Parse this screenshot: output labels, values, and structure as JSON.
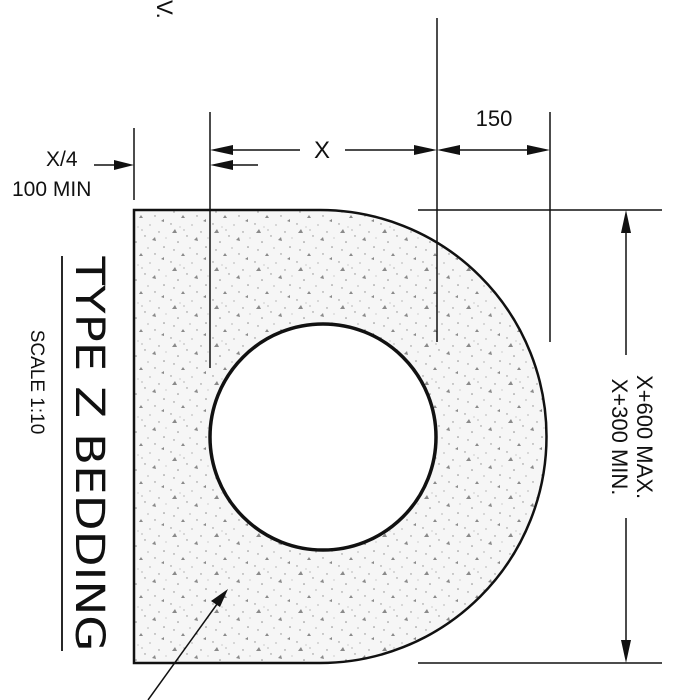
{
  "drawing": {
    "title": "TYPE Z BEDDING",
    "scale": "SCALE 1:10",
    "top_fragment": "V.",
    "dim_x": "X",
    "dim_150": "150",
    "dim_x4": "X/4",
    "dim_100min": "100 MIN",
    "dim_max": "X+600 MAX.",
    "dim_min": "X+300 MIN."
  },
  "colors": {
    "line": "#111111",
    "concrete_fill": "#f6f6f6",
    "speckle": "#8a8a8a",
    "background": "#ffffff"
  }
}
